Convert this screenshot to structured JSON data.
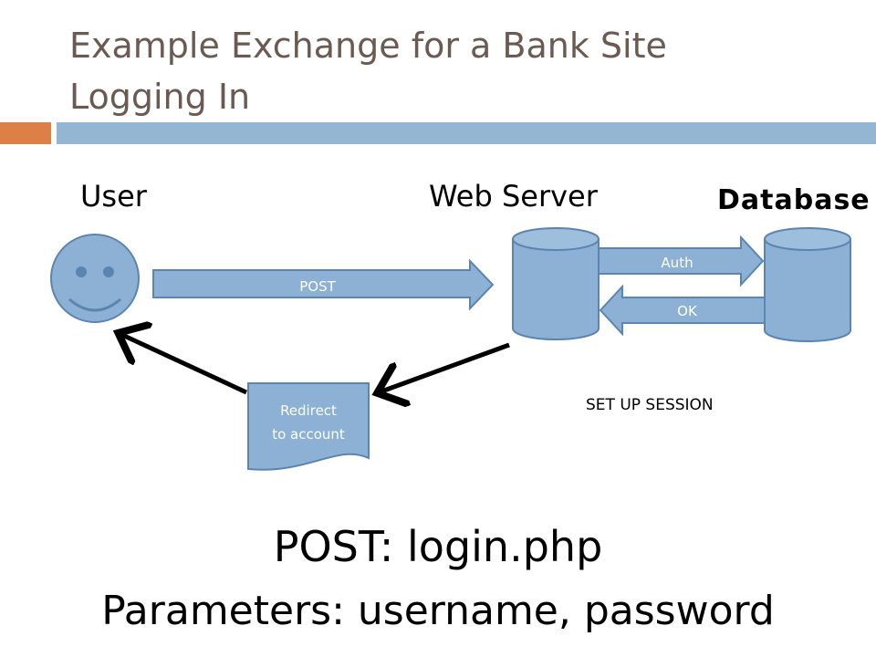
{
  "slide": {
    "title_line1": "Example Exchange for a Bank Site",
    "title_line2": "Logging In"
  },
  "diagram": {
    "nodes": {
      "user": "User",
      "web_server": "Web Server",
      "database": "Database"
    },
    "arrows": {
      "post": "POST",
      "auth": "Auth",
      "ok": "OK"
    },
    "document": {
      "line1": "Redirect",
      "line2": "to account"
    },
    "note": "SET UP SESSION"
  },
  "request": {
    "method_line": "POST: login.php",
    "params_line": "Parameters: username, password"
  },
  "colors": {
    "title": "#6b5a52",
    "accent_orange": "#dd8047",
    "accent_blue": "#94b6d2",
    "shape_fill": "#8cb1d5",
    "shape_stroke": "#5b85b0"
  }
}
